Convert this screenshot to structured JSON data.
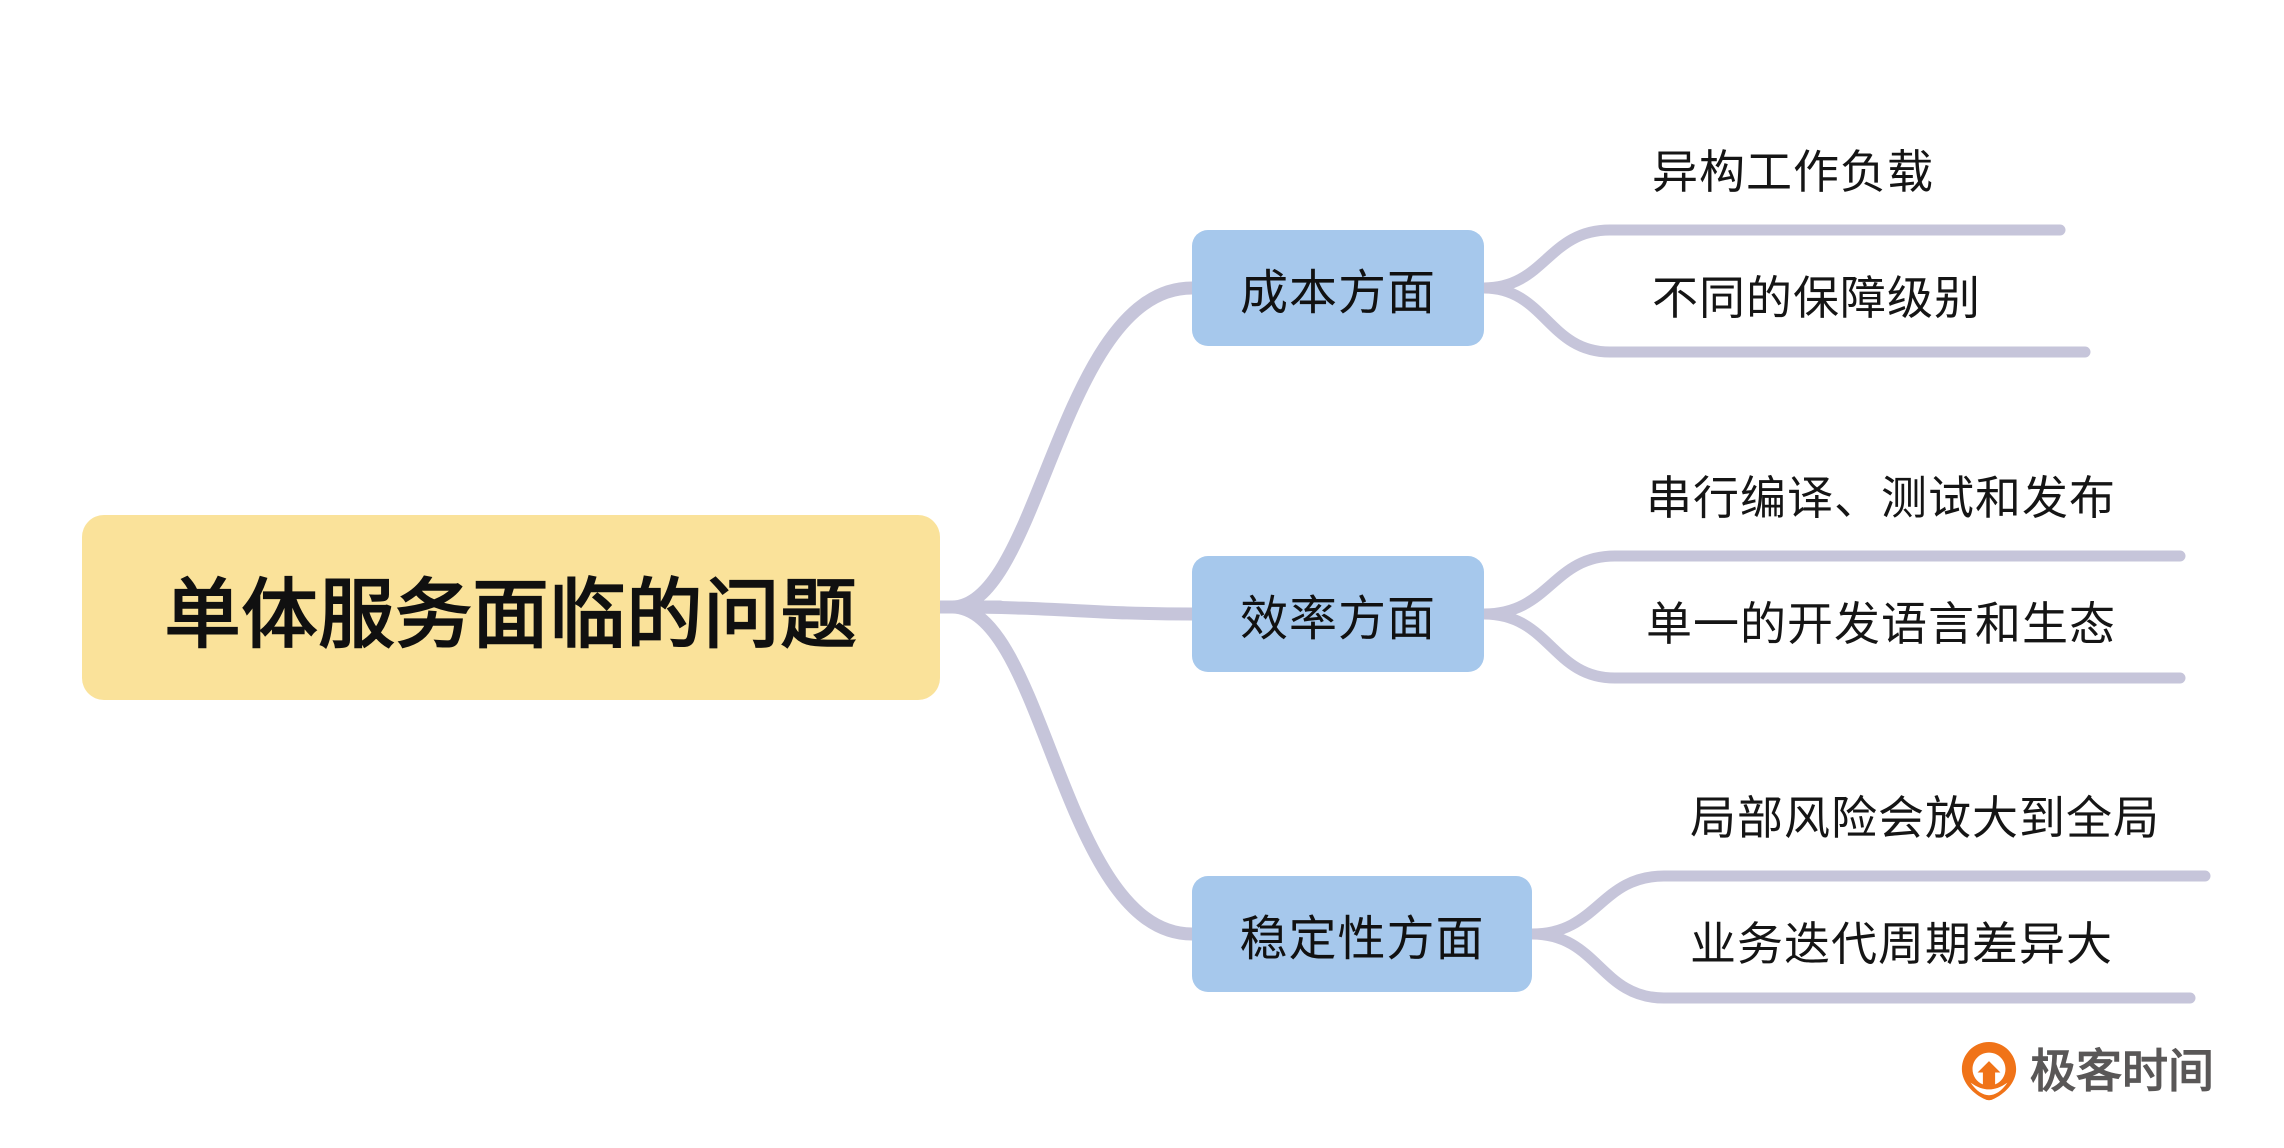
{
  "diagram": {
    "type": "mindmap",
    "orientation": "left-to-right",
    "background_color": "#ffffff",
    "connector_color": "#c6c5da",
    "root": {
      "label": "单体服务面临的问题",
      "fill_color": "#fae29a",
      "text_color": "#101010"
    },
    "branches": [
      {
        "label": "成本方面",
        "fill_color": "#a6c8ec",
        "text_color": "#111111",
        "leaves": [
          {
            "label": "异构工作负载"
          },
          {
            "label": "不同的保障级别"
          }
        ]
      },
      {
        "label": "效率方面",
        "fill_color": "#a6c8ec",
        "text_color": "#111111",
        "leaves": [
          {
            "label": "串行编译、测试和发布"
          },
          {
            "label": "单一的开发语言和生态"
          }
        ]
      },
      {
        "label": "稳定性方面",
        "fill_color": "#a6c8ec",
        "text_color": "#111111",
        "leaves": [
          {
            "label": "局部风险会放大到全局"
          },
          {
            "label": "业务迭代周期差异大"
          }
        ]
      }
    ]
  },
  "logo": {
    "wordmark": "极客时间",
    "icon": "geektime-pin-icon",
    "mark_color": "#f07318",
    "wordmark_color": "#595757"
  }
}
